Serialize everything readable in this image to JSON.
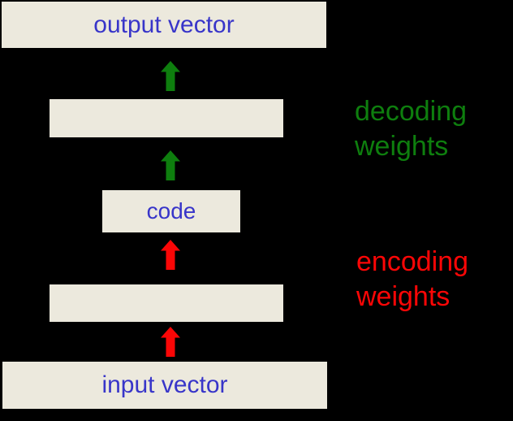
{
  "diagram": {
    "type": "autoencoder-architecture",
    "boxes": {
      "output": {
        "label": "output vector"
      },
      "decoder_hidden": {
        "label": ""
      },
      "code": {
        "label": "code"
      },
      "encoder_hidden": {
        "label": ""
      },
      "input": {
        "label": "input vector"
      }
    },
    "annotations": {
      "decoding": "decoding\nweights",
      "encoding": "encoding\nweights"
    },
    "icons": {
      "decode_arrows": "up-arrow-icon (green, x2)",
      "encode_arrows": "up-arrow-icon (red, x2)"
    },
    "colors": {
      "background": "#000000",
      "box_fill": "#ece9dd",
      "box_text_blue": "#3835c9",
      "decoding_green": "#0e7e0e",
      "encoding_red": "#fb0606"
    }
  }
}
